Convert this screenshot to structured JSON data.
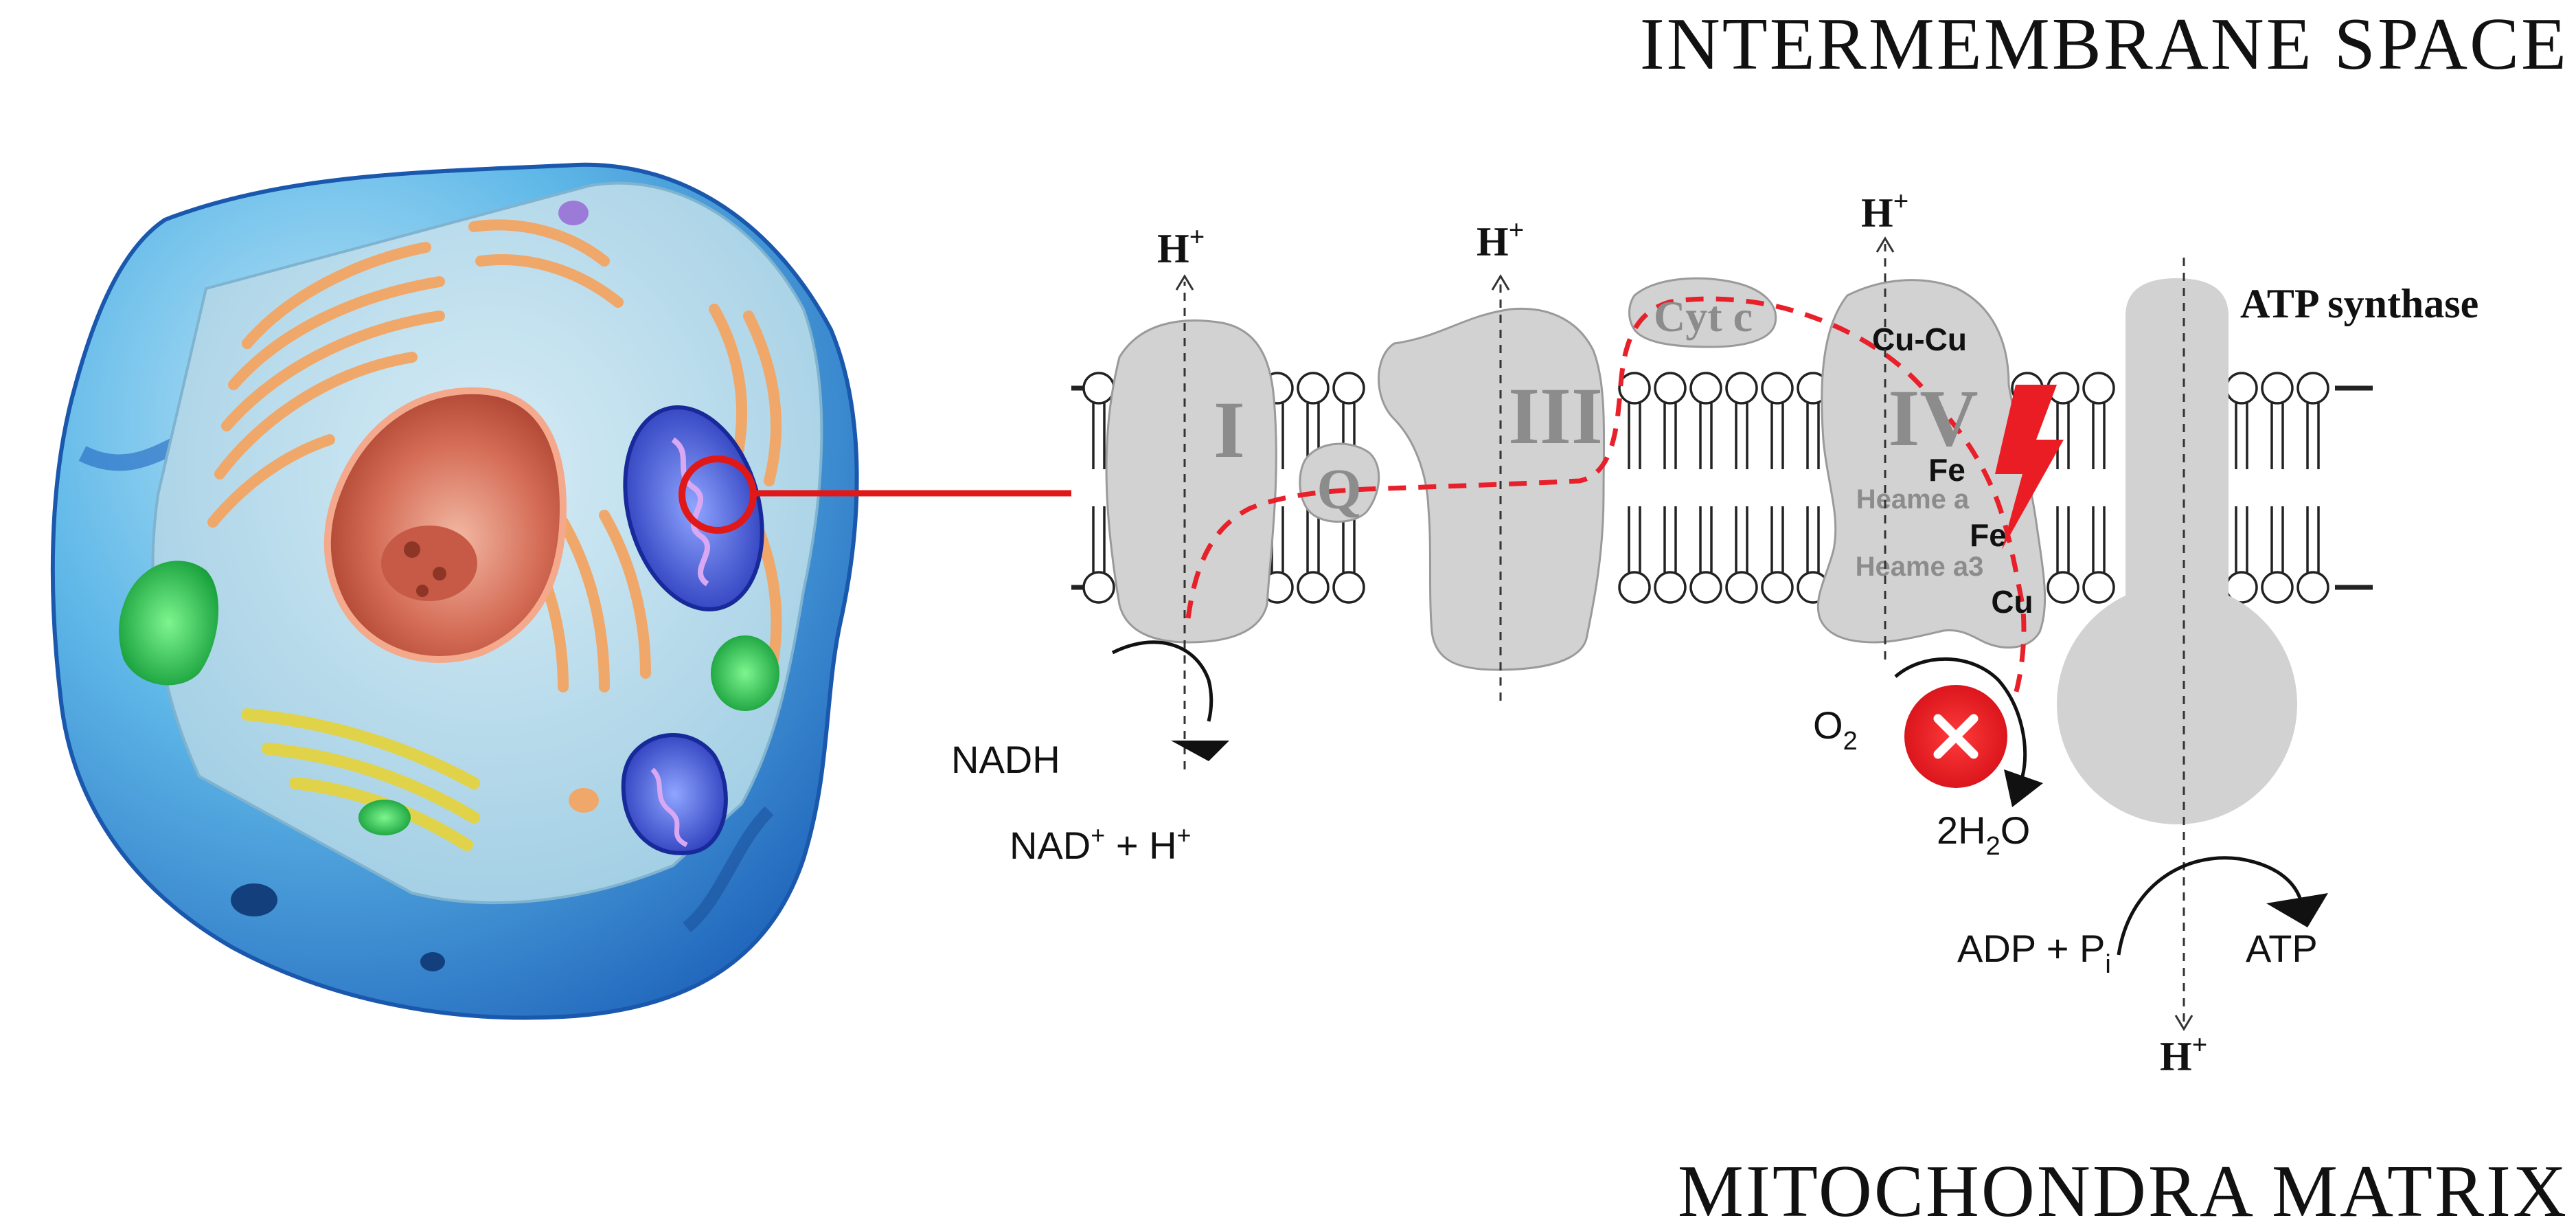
{
  "regions": {
    "top": "INTERMEMBRANE SPACE",
    "bottom": "MITOCHONDRA MATRIX"
  },
  "complexes": {
    "complex_one": "I",
    "complex_three": "III",
    "complex_four": "IV",
    "quinone": "Q",
    "cytochrome_c": "Cyt c",
    "atp_synthase": "ATP synthase"
  },
  "cofactors": {
    "cu_cu": "Cu-Cu",
    "fe_upper": "Fe",
    "heme_a": "Heame a",
    "fe_lower": "Fe",
    "heme_a3": "Heame a3",
    "cu": "Cu"
  },
  "protons": {
    "complex_one": "H",
    "complex_three": "H",
    "complex_four": "H",
    "atp_synthase": "H",
    "charge": "+"
  },
  "reactions": {
    "nadh": "NADH",
    "nad_product": "NAD",
    "nad_product_charge": "+",
    "nad_product_plus": " + H",
    "nad_product_h_charge": "+",
    "oxygen": "O",
    "oxygen_sub": "2",
    "water_prefix": "2H",
    "water_sub": "2",
    "water_suffix": "O",
    "adp": "ADP + P",
    "adp_sub": "i",
    "atp": "ATP"
  },
  "icons": {
    "cell": "cell-cutaway-illustration",
    "inhibit": "inhibition-x-icon",
    "lightning": "lightning-bolt-icon"
  },
  "colors": {
    "protein_fill": "#d2d2d2",
    "electron_path": "#e8202a",
    "inhibitor": "#ea1c24",
    "cell_blue": "#2f9ad8",
    "cytoplasm": "#a8cfe2",
    "nucleus": "#d9735a",
    "er": "#f0a76a",
    "mitochondrion": "#2b45c8",
    "chloroplast_green": "#22b34a"
  }
}
